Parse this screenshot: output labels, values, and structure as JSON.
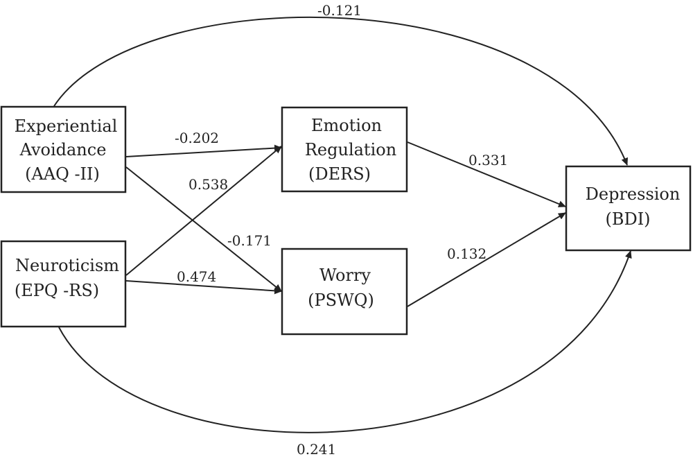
{
  "nodes": {
    "experiential_avoidance": {
      "lines": [
        "Experiential",
        "Avoidance",
        "(AAQ -II)"
      ]
    },
    "neuroticism": {
      "lines": [
        "Neuroticism",
        "(EPQ -RS)"
      ]
    },
    "emotion_regulation": {
      "lines": [
        "Emotion",
        "Regulation",
        "(DERS)"
      ]
    },
    "worry": {
      "lines": [
        "Worry",
        "(PSWQ)"
      ]
    },
    "depression": {
      "lines": [
        "Depression",
        "(BDI)"
      ]
    }
  },
  "paths": {
    "ea_to_er": "-0.202",
    "ea_to_worry": "-0.171",
    "neuro_to_er": "0.538",
    "neuro_to_worry": "0.474",
    "er_to_depression": "0.331",
    "worry_to_depression": "0.132",
    "ea_to_depression": "-0.121",
    "neuro_to_depression": "0.241"
  }
}
